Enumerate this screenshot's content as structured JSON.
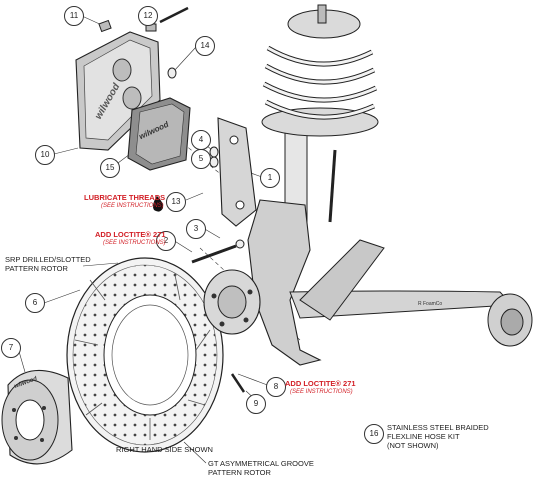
{
  "callouts": [
    "11",
    "12",
    "14",
    "10",
    "15",
    "4",
    "5",
    "1",
    "13",
    "3",
    "2",
    "6",
    "7",
    "8",
    "9",
    "16"
  ],
  "notes": {
    "lubricate": "LUBRICATE THREADS",
    "lubricate_sub": "(SEE INSTRUCTIONS)",
    "loctite_upper": "ADD LOCTITE® 271",
    "loctite_upper_sub": "(SEE INSTRUCTIONS)",
    "loctite_lower": "ADD LOCTITE® 271",
    "loctite_lower_sub": "(SEE INSTRUCTIONS)"
  },
  "labels": {
    "srp_line1": "SRP DRILLED/SLOTTED",
    "srp_line2": "PATTERN ROTOR",
    "gt_line1": "GT ASYMMETRICAL GROOVE",
    "gt_line2": "PATTERN ROTOR",
    "right_hand": "RIGHT HAND SIDE SHOWN",
    "hose_line1": "STAINLESS STEEL BRAIDED",
    "hose_line2": "FLEXLINE HOSE KIT",
    "hose_line3": "(NOT SHOWN)",
    "caliper_brand": "wilwood",
    "pad_brand": "wilwood",
    "hat_brand": "wilwood",
    "arm_brand": "R FoamCo"
  },
  "colors": {
    "note_red": "#d21f26",
    "line": "#222222",
    "part_fill": "#dcdcdc",
    "part_dark": "#9a9a9a"
  }
}
